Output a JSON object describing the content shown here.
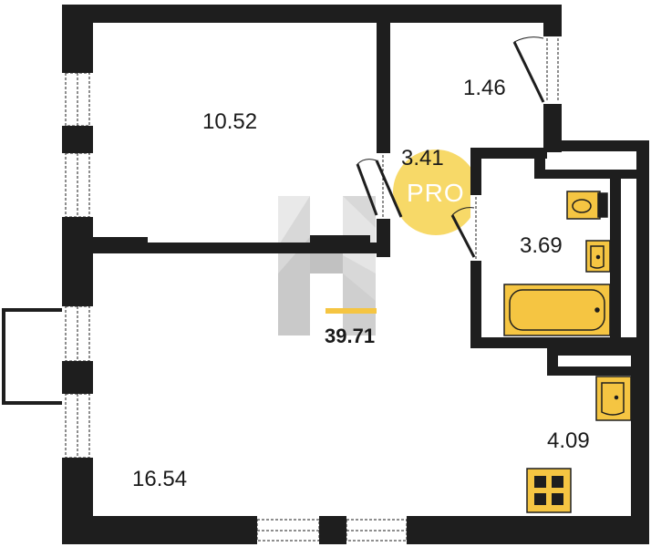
{
  "plan": {
    "total_area": "39.71",
    "badge": "PRO",
    "rooms": [
      {
        "id": "bedroom",
        "area": "10.52"
      },
      {
        "id": "hallway",
        "area": "3.41"
      },
      {
        "id": "entry",
        "area": "1.46"
      },
      {
        "id": "bathroom",
        "area": "3.69"
      },
      {
        "id": "living-room",
        "area": "16.54"
      },
      {
        "id": "kitchen",
        "area": "4.09"
      }
    ],
    "colors": {
      "wall": "#1e1e1e",
      "fixture": "#f5c542",
      "badge": "#f6d24e",
      "watermark": "#b4b4b4"
    }
  }
}
